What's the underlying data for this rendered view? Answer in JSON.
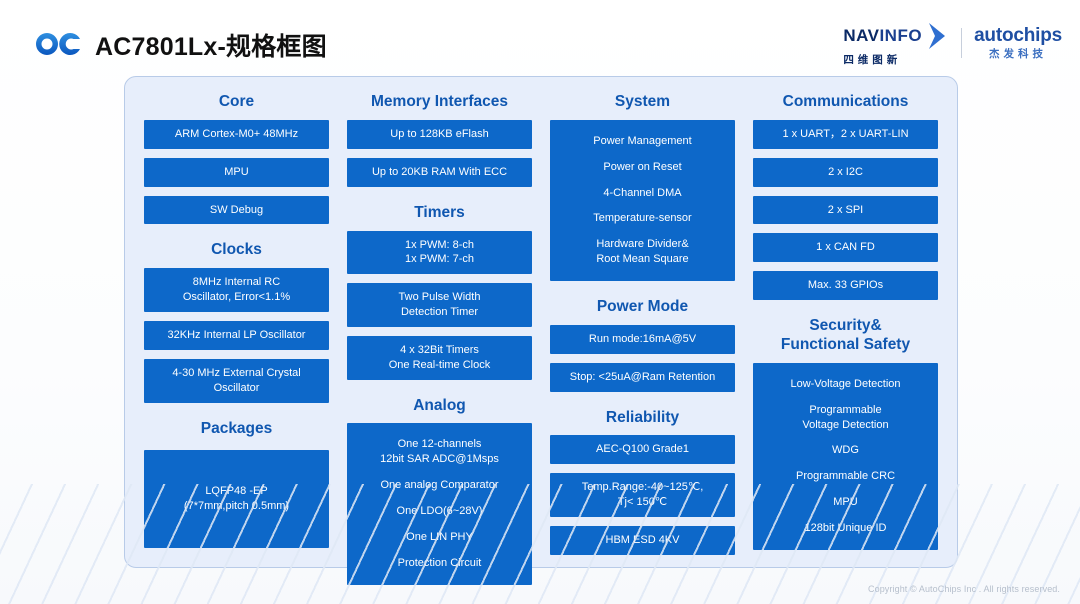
{
  "header": {
    "title": "AC7801Lx-规格框图",
    "logo_icon": "oc-logo-icon",
    "navinfo": {
      "word_nav": "NAV",
      "word_info": "INFO",
      "cn": "四维图新",
      "chevron_icon": "chevron-right-icon"
    },
    "autochips": {
      "en": "autochips",
      "cn": "杰发科技"
    }
  },
  "footer": {
    "copyright": "Copyright © AutoChips Inc . All rights reserved."
  },
  "colors": {
    "accent_blue": "#0d68c9",
    "title_blue": "#1057b0",
    "panel_bg": "#e7eefb",
    "panel_border": "#b8cbe8"
  },
  "columns": [
    {
      "id": "col-core",
      "sections": [
        {
          "title": "Core",
          "boxes": [
            {
              "lines": [
                "ARM Cortex-M0+ 48MHz"
              ]
            },
            {
              "lines": [
                "MPU"
              ]
            },
            {
              "lines": [
                "SW Debug"
              ]
            }
          ]
        },
        {
          "title": "Clocks",
          "boxes": [
            {
              "lines": [
                "8MHz Internal RC",
                "Oscillator, Error<1.1%"
              ]
            },
            {
              "lines": [
                "32KHz Internal LP Oscillator"
              ]
            },
            {
              "lines": [
                "4-30 MHz External Crystal",
                "Oscillator"
              ]
            }
          ]
        },
        {
          "title": "Packages",
          "boxes": [
            {
              "lines": [
                "LQFP48 -EP",
                "(7*7mm,pitch 0.5mm)"
              ]
            }
          ]
        }
      ]
    },
    {
      "id": "col-memory",
      "sections": [
        {
          "title": "Memory Interfaces",
          "boxes": [
            {
              "lines": [
                "Up to 128KB eFlash"
              ]
            },
            {
              "lines": [
                "Up to 20KB RAM With ECC"
              ]
            }
          ]
        },
        {
          "title": "Timers",
          "boxes": [
            {
              "lines": [
                "1x PWM: 8-ch",
                "1x PWM: 7-ch"
              ]
            },
            {
              "lines": [
                "Two Pulse Width",
                "Detection Timer"
              ]
            },
            {
              "lines": [
                "4 x 32Bit Timers",
                "One Real-time Clock"
              ]
            }
          ]
        },
        {
          "title": "Analog",
          "boxes": [
            {
              "lines": [
                "One 12-channels",
                "12bit SAR ADC@1Msps",
                "One analog Comparator",
                "One LDO(6~28V)",
                "One LIN PHY",
                "Protection Circuit"
              ]
            }
          ]
        }
      ]
    },
    {
      "id": "col-system",
      "sections": [
        {
          "title": "System",
          "boxes": [
            {
              "lines": [
                "Power Management",
                "Power on Reset",
                "4-Channel DMA",
                "Temperature-sensor",
                "Hardware Divider&",
                "Root Mean Square"
              ]
            }
          ]
        },
        {
          "title": "Power Mode",
          "boxes": [
            {
              "lines": [
                "Run mode:16mA@5V"
              ]
            },
            {
              "lines": [
                "Stop: <25uA@Ram Retention"
              ]
            }
          ]
        },
        {
          "title": "Reliability",
          "boxes": [
            {
              "lines": [
                "AEC-Q100 Grade1"
              ]
            },
            {
              "lines": [
                "Temp.Range:-40~125℃,",
                "Tj< 150℃"
              ]
            },
            {
              "lines": [
                "HBM ESD  4KV"
              ]
            }
          ]
        }
      ]
    },
    {
      "id": "col-communications",
      "sections": [
        {
          "title": "Communications",
          "boxes": [
            {
              "lines": [
                "1 x UART，2 x UART-LIN"
              ]
            },
            {
              "lines": [
                "2 x I2C"
              ]
            },
            {
              "lines": [
                "2 x SPI"
              ]
            },
            {
              "lines": [
                "1 x CAN FD"
              ]
            },
            {
              "lines": [
                "Max. 33 GPIOs"
              ]
            }
          ]
        },
        {
          "title": "Security&\nFunctional Safety",
          "boxes": [
            {
              "lines": [
                "Low-Voltage Detection",
                "Programmable",
                "Voltage Detection",
                "WDG",
                "Programmable CRC",
                "MPU",
                "128bit Unique ID"
              ]
            }
          ]
        }
      ]
    }
  ]
}
